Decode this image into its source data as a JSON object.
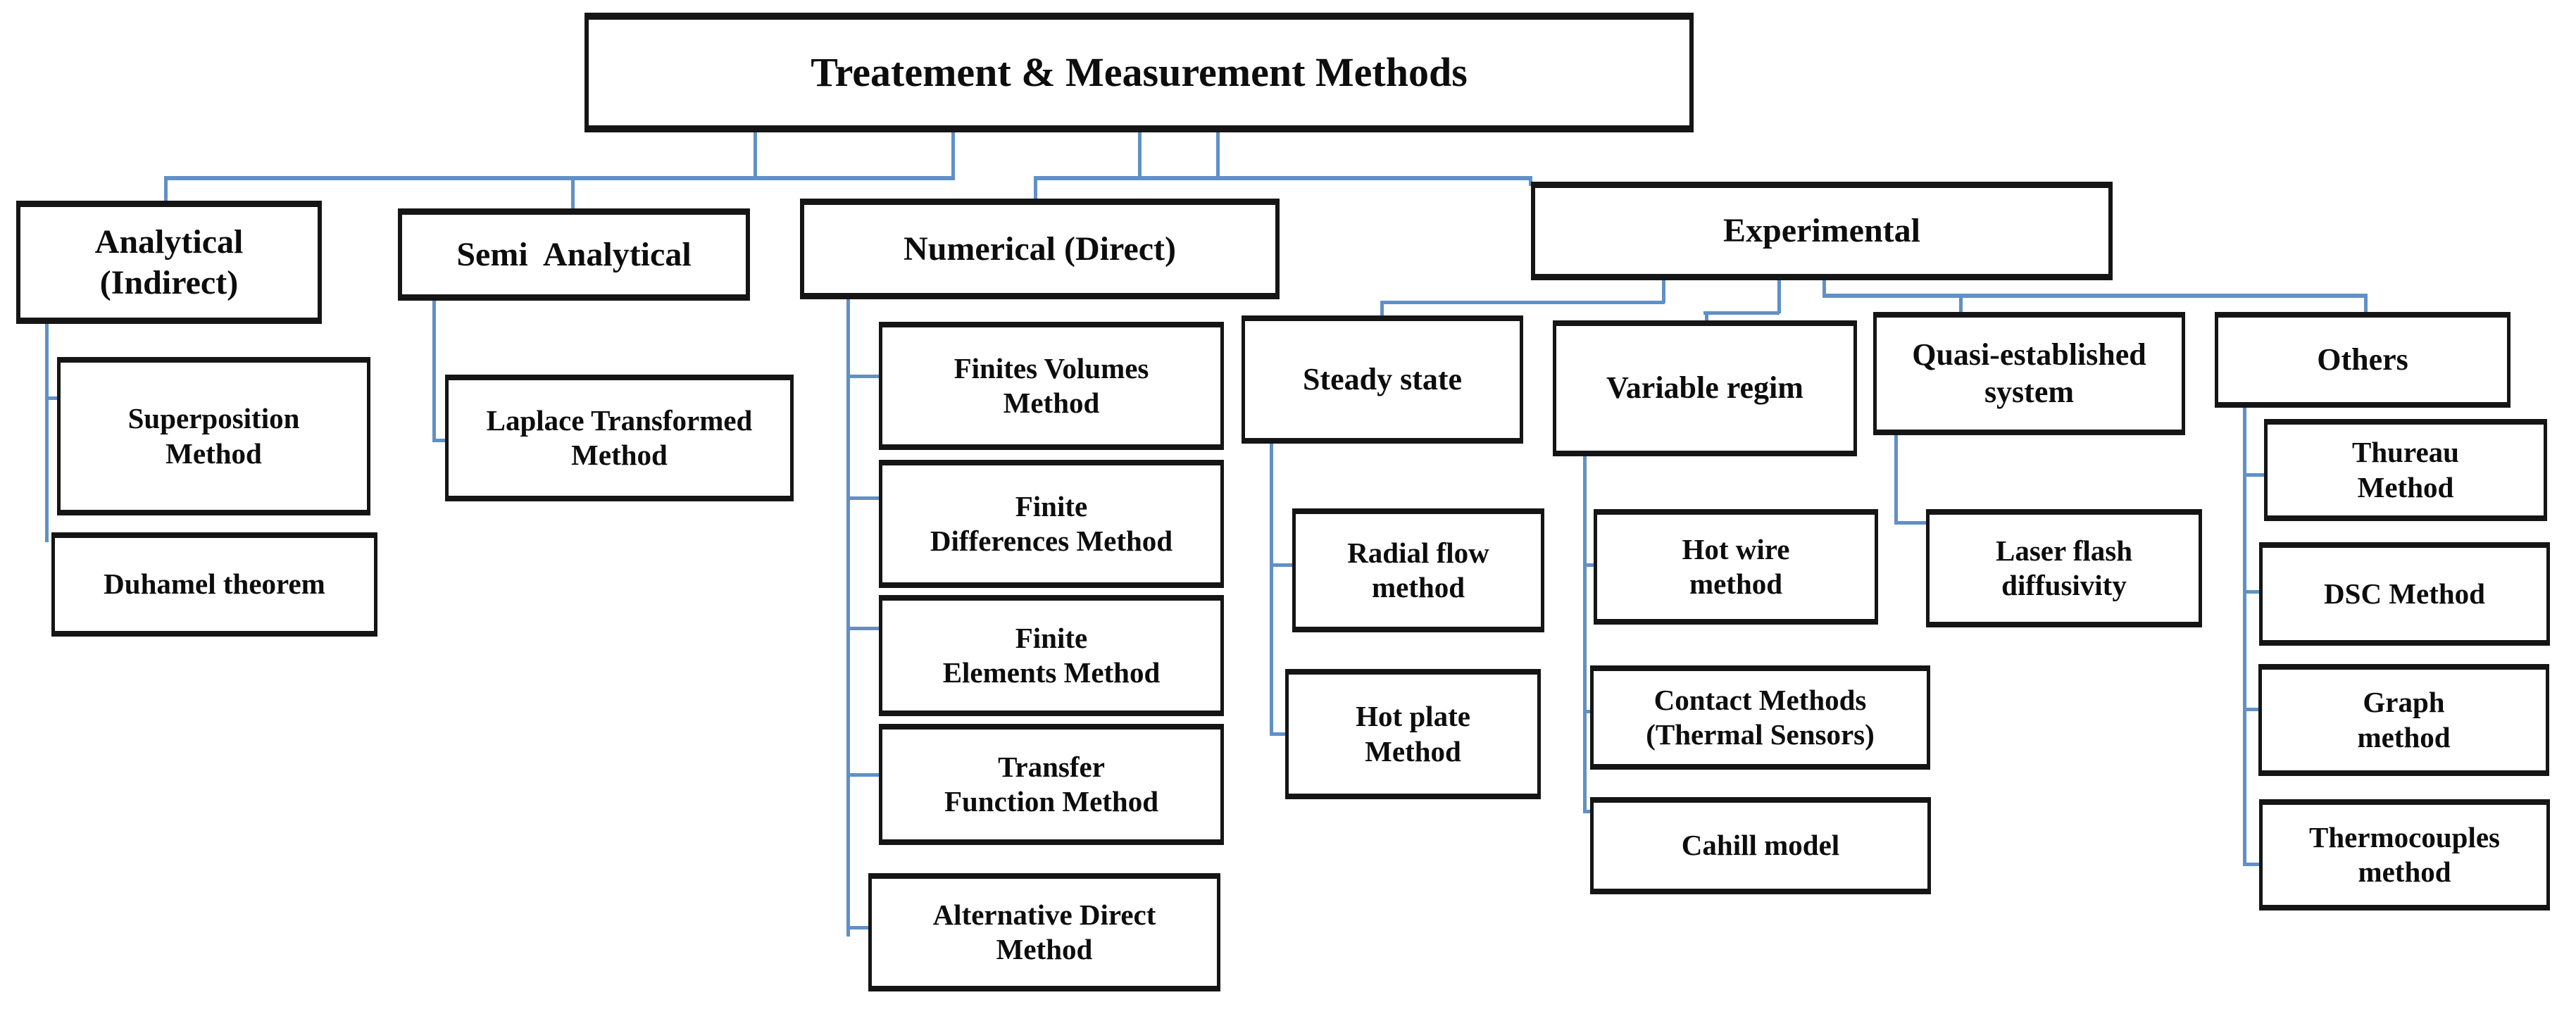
{
  "colors": {
    "connector": "#6090c6",
    "border": "#151515",
    "text": "#0d0d0d",
    "background": "#ffffff"
  },
  "nodes": {
    "root": "Treatement & Measurement Methods",
    "analytical": "Analytical\n(Indirect)",
    "semi_analytical": "Semi  Analytical",
    "numerical": "Numerical (Direct)",
    "experimental": "Experimental",
    "superposition": "Superposition\nMethod",
    "duhamel": "Duhamel theorem",
    "laplace": "Laplace Transformed\nMethod",
    "finites_volumes": "Finites Volumes\nMethod",
    "finite_differences": "Finite\nDifferences Method",
    "finite_elements": "Finite\nElements Method",
    "transfer_function": "Transfer\nFunction Method",
    "alternative_direct": "Alternative Direct\nMethod",
    "steady_state": "Steady state",
    "variable_regim": "Variable regim",
    "quasi_established": "Quasi-established\nsystem",
    "others": "Others",
    "radial_flow": "Radial flow\nmethod",
    "hot_plate": "Hot plate\nMethod",
    "hot_wire": "Hot wire\nmethod",
    "contact_methods": "Contact Methods\n(Thermal Sensors)",
    "cahill": "Cahill model",
    "laser_flash": "Laser flash\ndiffusivity",
    "thureau": "Thureau\nMethod",
    "dsc": "DSC Method",
    "graph": "Graph\nmethod",
    "thermocouples": "Thermocouples\nmethod"
  },
  "hierarchy": {
    "root": "Treatement & Measurement Methods",
    "children": [
      {
        "label": "Analytical (Indirect)",
        "children": [
          "Superposition Method",
          "Duhamel theorem"
        ]
      },
      {
        "label": "Semi Analytical",
        "children": [
          "Laplace Transformed Method"
        ]
      },
      {
        "label": "Numerical (Direct)",
        "children": [
          "Finites Volumes Method",
          "Finite Differences Method",
          "Finite Elements Method",
          "Transfer Function Method",
          "Alternative Direct Method"
        ]
      },
      {
        "label": "Experimental",
        "children": [
          {
            "label": "Steady state",
            "children": [
              "Radial flow method",
              "Hot plate Method"
            ]
          },
          {
            "label": "Variable regim",
            "children": [
              "Hot wire method",
              "Contact Methods (Thermal Sensors)",
              "Cahill model"
            ]
          },
          {
            "label": "Quasi-established system",
            "children": [
              "Laser flash diffusivity"
            ]
          },
          {
            "label": "Others",
            "children": [
              "Thureau Method",
              "DSC Method",
              "Graph method",
              "Thermocouples method"
            ]
          }
        ]
      }
    ]
  }
}
